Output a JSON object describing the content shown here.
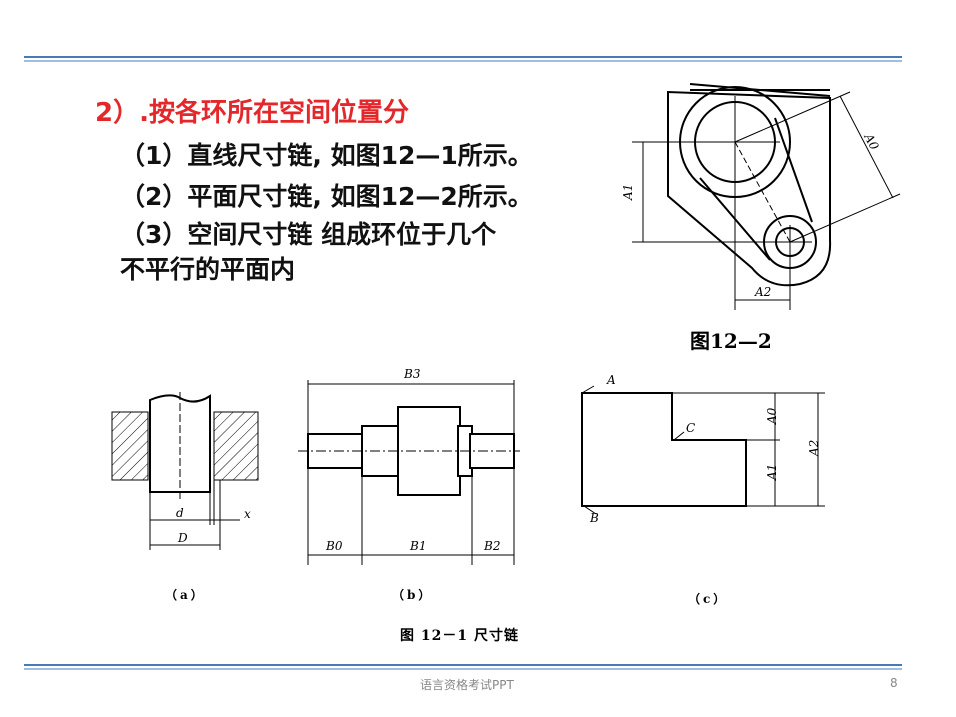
{
  "heading": "2）.按各环所在空间位置分",
  "items": [
    "（1）直线尺寸链, 如图12—1所示。",
    "（2）平面尺寸链, 如图12—2所示。",
    "（3）空间尺寸链  组成环位于几个",
    "不平行的平面内"
  ],
  "figure_12_2": {
    "caption": "图12—2",
    "labels": {
      "a0": "A0",
      "a1": "A1",
      "a2": "A2"
    }
  },
  "figure_12_1": {
    "caption": "图 12－1    尺寸链",
    "sub_a": {
      "caption": "（a）",
      "labels": {
        "d": "d",
        "D": "D",
        "x": "x"
      }
    },
    "sub_b": {
      "caption": "（b）",
      "labels": {
        "b3": "B3",
        "b0": "B0",
        "b1": "B1",
        "b2": "B2"
      }
    },
    "sub_c": {
      "caption": "（c）",
      "labels": {
        "a": "A",
        "b": "B",
        "c": "C",
        "a0": "A0",
        "a1": "A1",
        "a2": "A2"
      }
    }
  },
  "footer": {
    "text": "语言资格考试PPT",
    "page": "8"
  },
  "colors": {
    "heading": "#e3272a",
    "rule": "#4a79b8",
    "rule_light": "#9fbde0"
  }
}
